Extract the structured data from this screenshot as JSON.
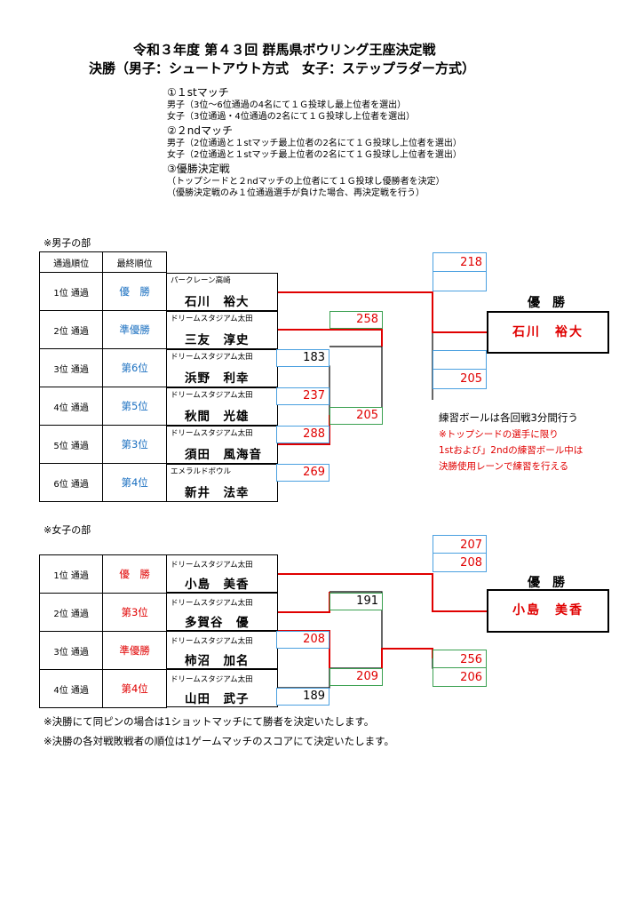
{
  "header": {
    "title1": "令和３年度 第４３回 群馬県ボウリング王座決定戦",
    "title2": "決勝（男子：シュートアウト方式　女子：ステップラダー方式）"
  },
  "rules": {
    "m1": "①１stマッチ",
    "m1_men": "男子（3位～6位通過の4名にて１Ｇ投球し最上位者を選出）",
    "m1_women": "女子（3位通過・4位通過の2名にて１Ｇ投球し上位者を選出）",
    "m2": "②２ndマッチ",
    "m2_men": "男子（2位通過と１stマッチ最上位者の2名にて１Ｇ投球し上位者を選出）",
    "m2_women": "女子（2位通過と１stマッチ最上位者の2名にて１Ｇ投球し上位者を選出）",
    "m3": "③優勝決定戦",
    "m3_a": "（トップシードと２ndマッチの上位者にて１Ｇ投球し優勝者を決定）",
    "m3_b": "（優勝決定戦のみ１位通過選手が負けた場合、再決定戦を行う）"
  },
  "men": {
    "section": "※男子の部",
    "col_pass": "通過順位",
    "col_final": "最終順位",
    "players": [
      {
        "pass": "1位 通過",
        "final": "優　勝",
        "team": "パークレーン高崎",
        "name": "石川　裕大"
      },
      {
        "pass": "2位 通過",
        "final": "準優勝",
        "team": "ドリームスタジアム太田",
        "name": "三友　淳史"
      },
      {
        "pass": "3位 通過",
        "final": "第6位",
        "team": "ドリームスタジアム太田",
        "name": "浜野　利幸"
      },
      {
        "pass": "4位 通過",
        "final": "第5位",
        "team": "ドリームスタジアム太田",
        "name": "秋間　光雄"
      },
      {
        "pass": "5位 通過",
        "final": "第3位",
        "team": "ドリームスタジアム太田",
        "name": "須田　風海音"
      },
      {
        "pass": "6位 通過",
        "final": "第4位",
        "team": "エメラルドボウル",
        "name": "新井　法幸"
      }
    ],
    "scores": {
      "r1": [
        "183",
        "237",
        "288",
        "269"
      ],
      "r2": [
        "258",
        "205"
      ],
      "final": [
        "218",
        "205"
      ]
    },
    "champion_label": "優　勝",
    "champion": "石川　裕大",
    "note1": "練習ボールは各回戦3分間行う",
    "note2": "※トップシードの選手に限り",
    "note3": "1stおよび」2ndの練習ボール中は",
    "note4": "決勝使用レーンで練習を行える"
  },
  "women": {
    "section": "※女子の部",
    "players": [
      {
        "pass": "1位 通過",
        "final": "優　勝",
        "team": "ドリームスタジアム太田",
        "name": "小島　美香"
      },
      {
        "pass": "2位 通過",
        "final": "第3位",
        "team": "ドリームスタジアム太田",
        "name": "多賀谷　優"
      },
      {
        "pass": "3位 通過",
        "final": "準優勝",
        "team": "ドリームスタジアム太田",
        "name": "柿沼　加名"
      },
      {
        "pass": "4位 通過",
        "final": "第4位",
        "team": "ドリームスタジアム太田",
        "name": "山田　武子"
      }
    ],
    "scores": {
      "r1": [
        "208",
        "189"
      ],
      "r2": [
        "191",
        "209"
      ],
      "r3": [
        "256",
        "206"
      ],
      "final": [
        "207",
        "208"
      ]
    },
    "champion_label": "優　勝",
    "champion": "小島　美香"
  },
  "footer": {
    "line1": "※決勝にて同ピンの場合は1ショットマッチにて勝者を決定いたします。",
    "line2": "※決勝の各対戦敗戦者の順位は1ゲームマッチのスコアにて決定いたします。"
  },
  "colors": {
    "red": "#e00000",
    "blue": "#1a6fc0",
    "box_blue": "#4aa0e0",
    "box_green": "#3aa050"
  }
}
